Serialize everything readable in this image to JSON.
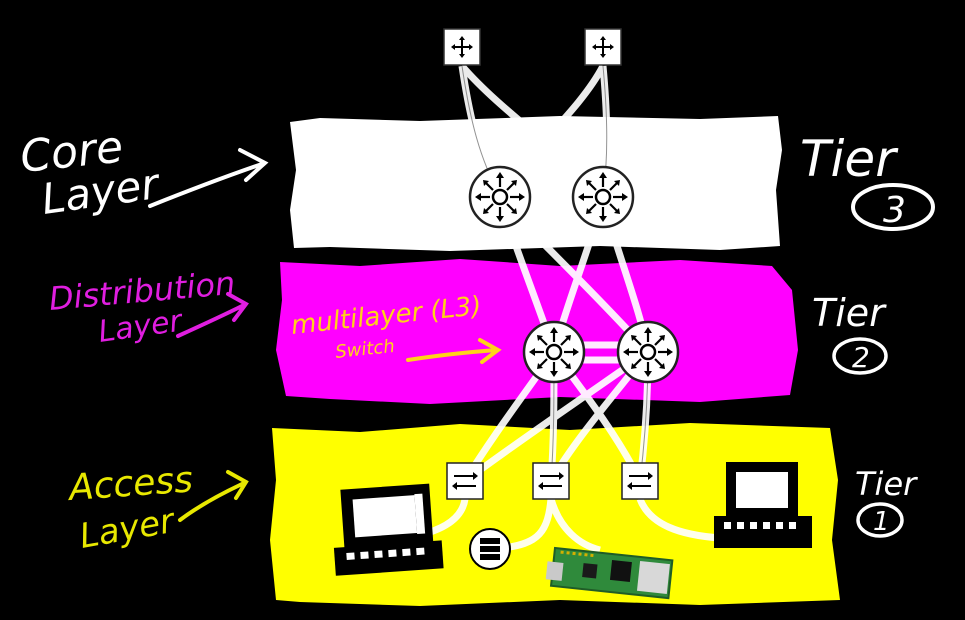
{
  "labels": {
    "core_line1": "Core",
    "core_line2": "Layer",
    "distribution_line1": "Distribution",
    "distribution_line2": "Layer",
    "access_line1": "Access",
    "access_line2": "Layer",
    "multilayer_line1": "multilayer (L3)",
    "multilayer_line2": "Switch"
  },
  "tiers": {
    "tier3_word": "Tier",
    "tier3_number": "3",
    "tier2_word": "Tier",
    "tier2_number": "2",
    "tier1_word": "Tier",
    "tier1_number": "1"
  },
  "colors": {
    "background": "#000000",
    "core_band": "#ffffff",
    "distribution_band": "#ff00ff",
    "access_band": "#ffff00",
    "core_text": "#ffffff",
    "distribution_text": "#e01ee0",
    "access_text": "#e8e800",
    "multilayer_text": "#ffd21a"
  },
  "icons": {
    "top_router": "router-icon",
    "layer_switch": "multilayer-switch-icon",
    "access_switch": "access-switch-icon",
    "computer": "computer-icon",
    "server": "server-icon",
    "board": "single-board-computer-icon"
  }
}
